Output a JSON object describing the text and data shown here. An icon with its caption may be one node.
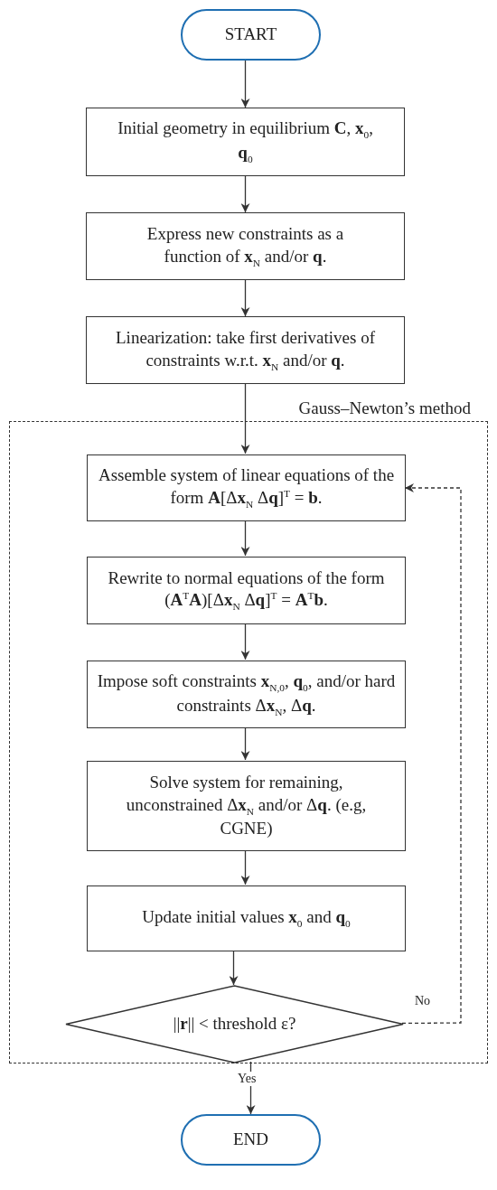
{
  "diagram": {
    "nodes": [
      {
        "text": [
          "START"
        ]
      },
      {
        "text": [
          "Initial geometry in equilibrium **C**, **x**$_{0}$, **q**$_{0}$"
        ]
      },
      {
        "text": [
          "Express new constraints as a function of **x**$_{N}$ and/or **q**."
        ]
      },
      {
        "text": [
          "Linearization: take first derivatives of constraints w.r.t. **x**$_{N}$ and/or **q**."
        ]
      },
      {
        "text": [
          "Gauss–Newton’s method"
        ]
      },
      {
        "text": [
          "Assemble system of linear equations of the form **A**[Δ**x**$_{N}$ Δ**q**]$^{T}$ = **b**."
        ],
        "in": 4
      },
      {
        "text": [
          "Rewrite to normal equations of the form (**A**$^{T}$**A**)[Δ**x**$_{N}$ Δ**q**]$^{T}$ = **A**$^{T}$**b**."
        ],
        "in": 4
      },
      {
        "text": [
          "Impose soft constraints **x**$_{N,0}$, **q**$_{0}$, and/or hard constraints Δ**x**$_{N}$, Δ**q**."
        ],
        "in": 4
      },
      {
        "text": [
          "Solve system for remaining, unconstrained Δ**x**$_{N}$ and/or Δ**q**. (e.g, CGNE)"
        ],
        "in": 4
      },
      {
        "text": [
          "Update initial values **x**$_{0}$ and **q**$_{0}$"
        ],
        "in": 4
      },
      {
        "text": [
          "||**r**|| < threshold ε?"
        ],
        "in": 4
      },
      {
        "text": [
          "END"
        ]
      }
    ],
    "edges": [
      {
        "from": 0,
        "to": 1,
        "arrow": "to"
      },
      {
        "from": 1,
        "to": 2,
        "arrow": "to"
      },
      {
        "from": 2,
        "to": 3,
        "arrow": "to"
      },
      {
        "from": 3,
        "to": 5,
        "arrow": "to"
      },
      {
        "from": 5,
        "to": 6,
        "arrow": "to"
      },
      {
        "from": 6,
        "to": 7,
        "arrow": "to"
      },
      {
        "from": 7,
        "to": 8,
        "arrow": "to"
      },
      {
        "from": 8,
        "to": 9,
        "arrow": "to"
      },
      {
        "from": 9,
        "to": 10,
        "arrow": "to"
      },
      {
        "from": 10,
        "to": 5,
        "arrow": "to",
        "label": "No",
        "style": "dashed"
      },
      {
        "from": 10,
        "to": 11,
        "arrow": "to",
        "label": "Yes"
      }
    ]
  }
}
